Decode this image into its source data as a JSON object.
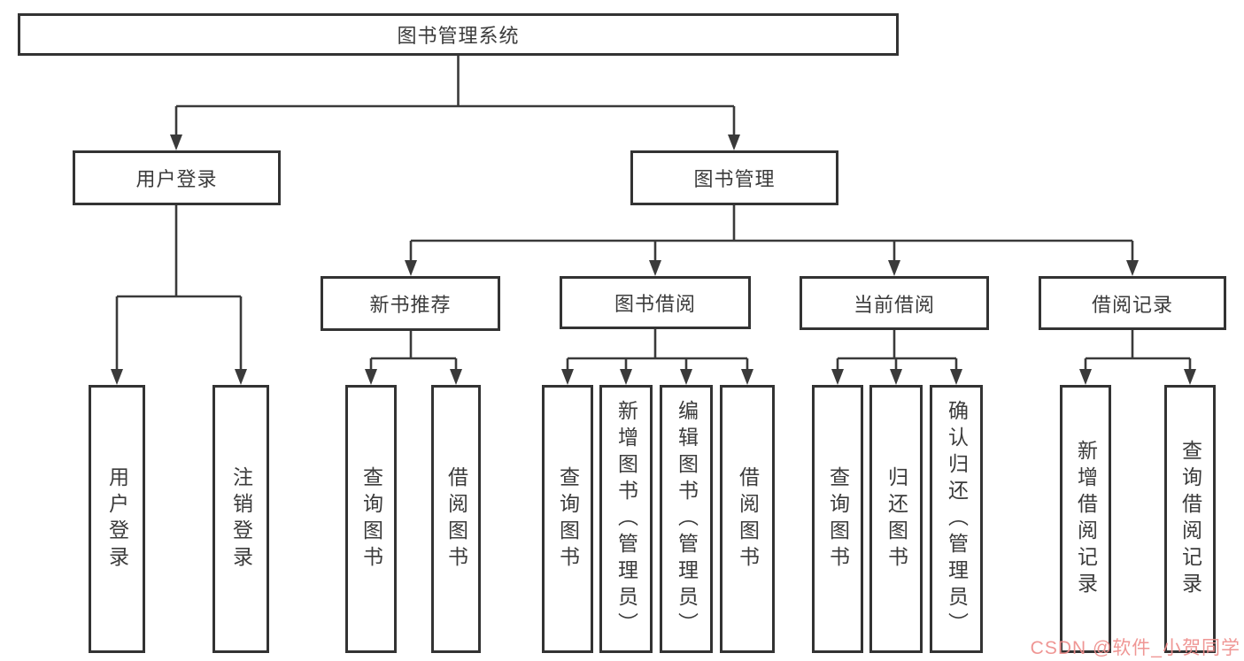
{
  "tree": {
    "root": {
      "label": "图书管理系统"
    },
    "branches": [
      {
        "label": "用户登录",
        "children": [
          {
            "label": "用户登录"
          },
          {
            "label": "注销登录"
          }
        ]
      },
      {
        "label": "图书管理",
        "children": [
          {
            "label": "新书推荐",
            "children": [
              {
                "label": "查询图书"
              },
              {
                "label": "借阅图书"
              }
            ]
          },
          {
            "label": "图书借阅",
            "children": [
              {
                "label": "查询图书"
              },
              {
                "label": "新增图书（管理员）"
              },
              {
                "label": "编辑图书（管理员）"
              },
              {
                "label": "借阅图书"
              }
            ]
          },
          {
            "label": "当前借阅",
            "children": [
              {
                "label": "查询图书"
              },
              {
                "label": "归还图书"
              },
              {
                "label": "确认归还（管理员）"
              }
            ]
          },
          {
            "label": "借阅记录",
            "children": [
              {
                "label": "新增借阅记录"
              },
              {
                "label": "查询借阅记录"
              }
            ]
          }
        ]
      }
    ]
  },
  "watermark": {
    "text": "CSDN @软件_小贺同学",
    "color": "#EE8E8C"
  },
  "style_tokens": {
    "line_color": "#3A3A3A",
    "box_border_color": "#333333",
    "text_color": "#3B3B3B",
    "background": "#FFFFFF"
  }
}
